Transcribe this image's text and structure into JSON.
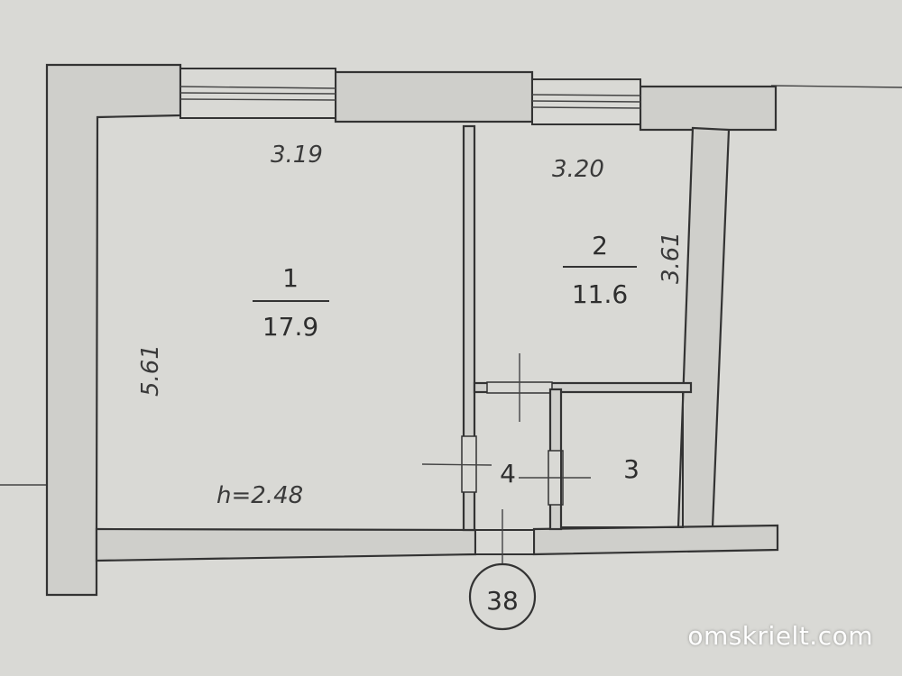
{
  "plan": {
    "rooms": [
      {
        "number": "1",
        "area": "17.9"
      },
      {
        "number": "2",
        "area": "11.6"
      },
      {
        "number": "3"
      },
      {
        "number": "4"
      }
    ],
    "dimensions": {
      "room1_width": "3.19",
      "room1_length": "5.61",
      "room2_width": "3.20",
      "room2_length": "3.61",
      "ceiling_height": "h=2.48"
    },
    "apartment_number": "38"
  },
  "watermark": "omskrielt.com"
}
